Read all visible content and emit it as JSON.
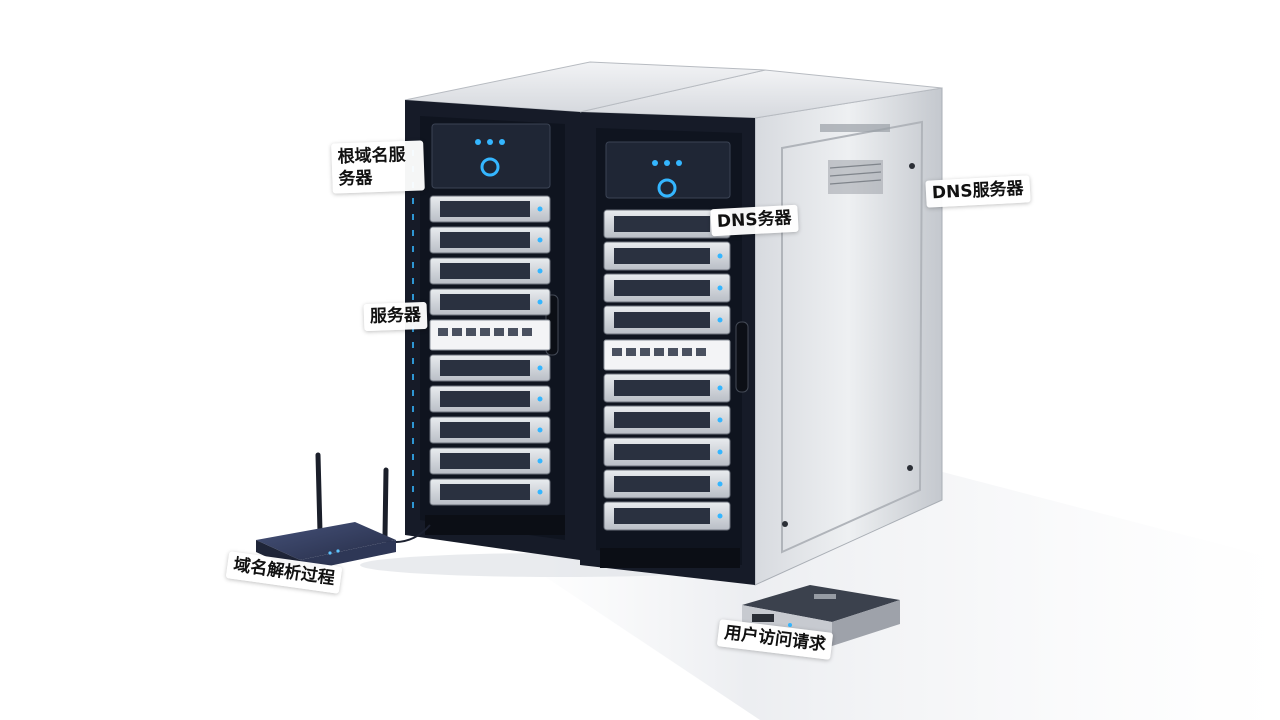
{
  "labels": {
    "root_server": "根域名服务器",
    "dns_server_short": "DNS务器",
    "dns_server": "DNS服务器",
    "server": "服务器",
    "resolution_process": "域名解析过程",
    "user_request": "用户访问请求"
  },
  "colors": {
    "background": "#ffffff",
    "cabinet_steel": "#c9ccd1",
    "rack_frame": "#1a2030",
    "led_blue": "#34b6ff",
    "router_body": "#2c3554"
  }
}
